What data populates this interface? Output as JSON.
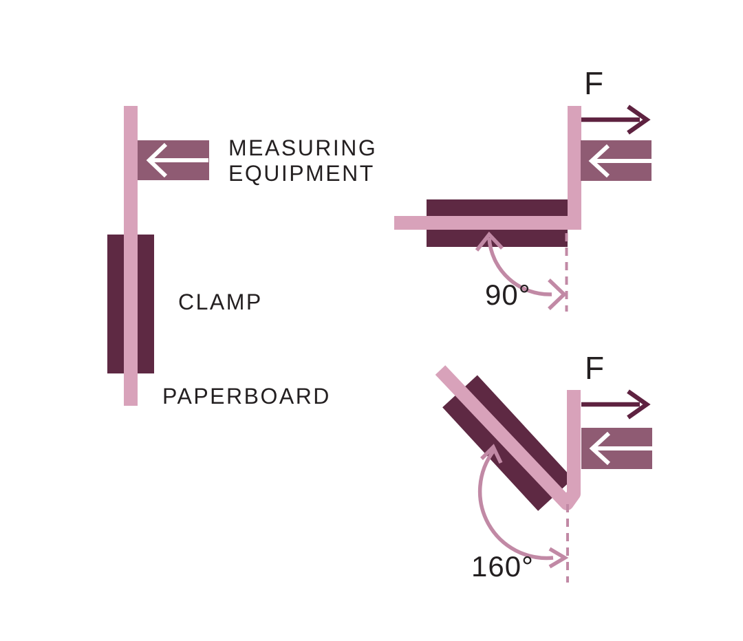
{
  "diagrams": {
    "setup": {
      "labels": {
        "measuring_line1": "MEASURING",
        "measuring_line2": "EQUIPMENT",
        "clamp": "CLAMP",
        "paperboard": "PAPERBOARD"
      }
    },
    "bend_90": {
      "force": "F",
      "angle": "90°"
    },
    "bend_160": {
      "force": "F",
      "angle": "160°"
    }
  },
  "colors": {
    "background": "#ffffff",
    "paperboard_pink": "#d8a2ba",
    "clamp_dark": "#5e2943",
    "equipment_mauve": "#8f5b73",
    "force_arrow": "#5e2240",
    "angle_accent": "#c189a5",
    "arrow_white": "#ffffff",
    "text": "#231f20"
  }
}
